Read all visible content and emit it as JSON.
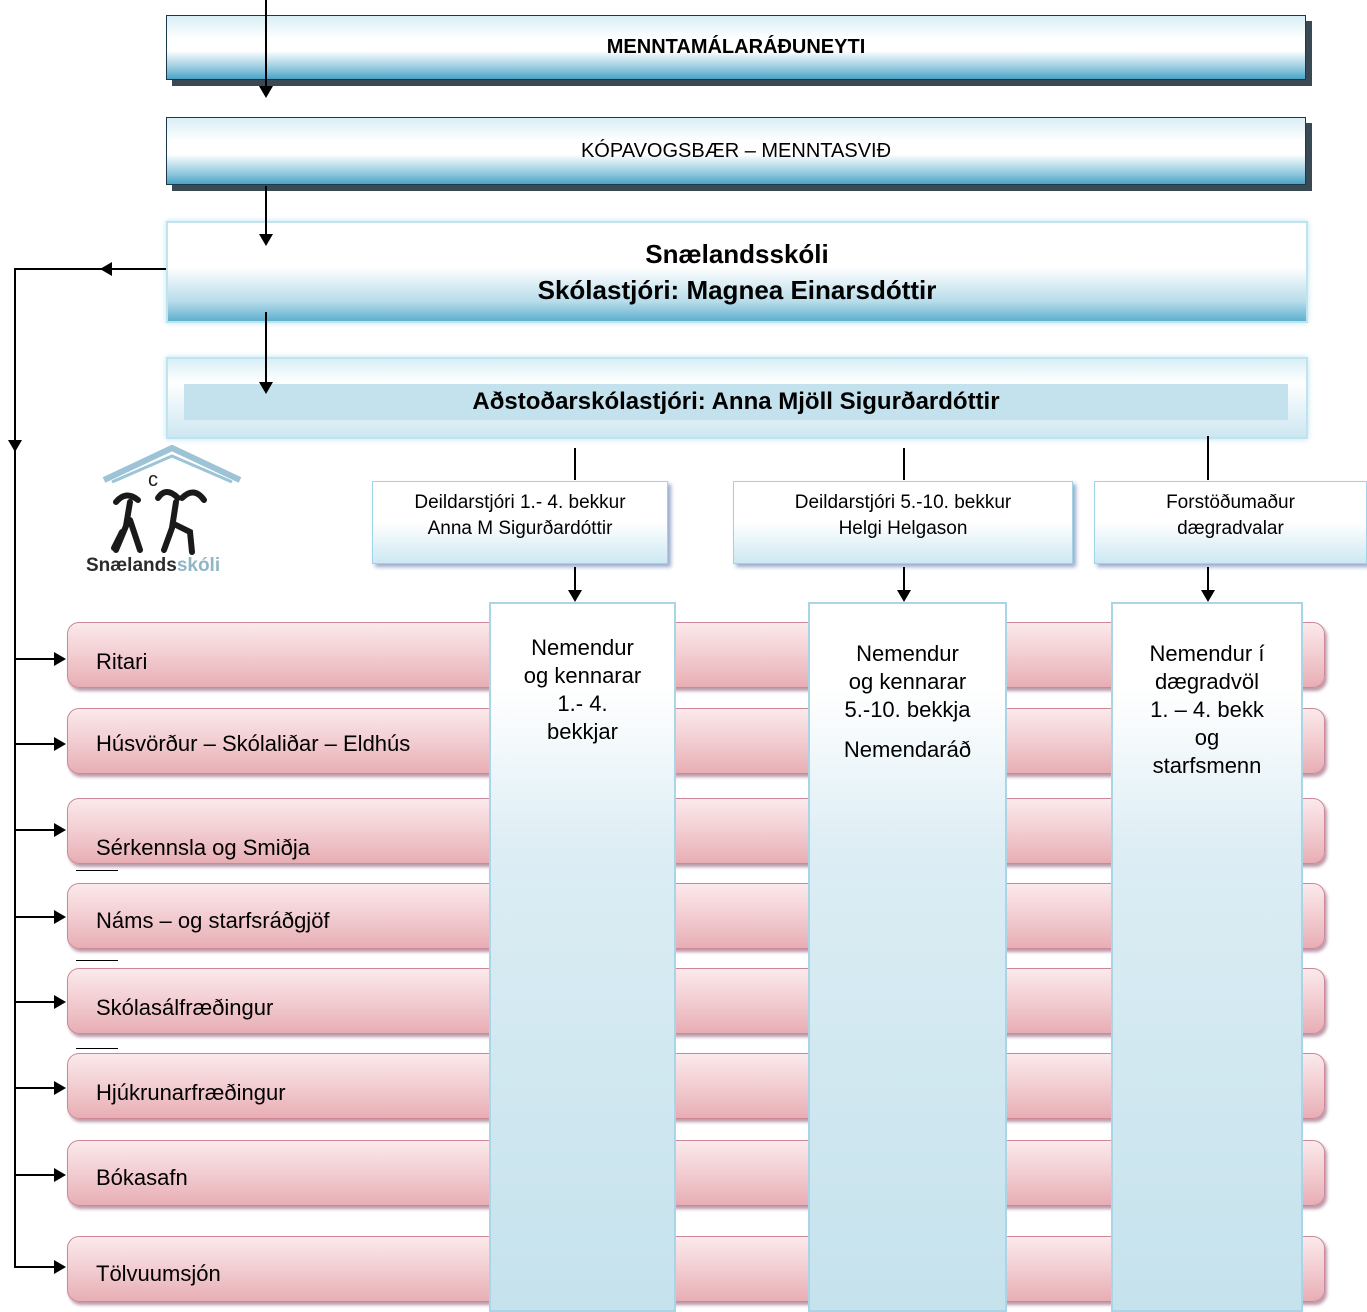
{
  "top": {
    "ministry": "MENNTAMÁLARÁÐUNEYTI",
    "municipality": "KÓPAVOGSBÆR – MENNTASVIÐ",
    "school_name": "Snælandsskóli",
    "principal": "Skólastjóri: Magnea Einarsdóttir",
    "assistant": "Aðstoðarskólastjóri: Anna Mjöll Sigurðardóttir"
  },
  "logo": {
    "bold": "Snælands",
    "light": "skóli",
    "icon": "school-figures-logo"
  },
  "departments": [
    {
      "line1": "Deildarstjóri 1.- 4. bekkur",
      "line2": "Anna M Sigurðardóttir"
    },
    {
      "line1": "Deildarstjóri 5.-10. bekkur",
      "line2": "Helgi Helgason"
    },
    {
      "line1": "Forstöðumaður",
      "line2": "dægradvalar"
    }
  ],
  "columns": [
    {
      "lines": [
        "Nemendur",
        "og kennarar",
        "1.- 4.",
        "bekkjar"
      ]
    },
    {
      "lines": [
        "Nemendur",
        "og kennarar",
        "5.-10. bekkja"
      ],
      "extra": "Nemendaráð"
    },
    {
      "lines": [
        "Nemendur í",
        "dægradvöl",
        "1. – 4. bekk",
        "og",
        "starfsmenn"
      ]
    }
  ],
  "rows": [
    "Ritari",
    "Húsvörður – Skólaliðar – Eldhús",
    "Sérkennsla og Smiðja",
    "Náms – og starfsráðgjöf",
    "Skólasálfræðingur",
    "Hjúkrunarfræðingur",
    "Bókasafn",
    "Tölvuumsjón"
  ]
}
